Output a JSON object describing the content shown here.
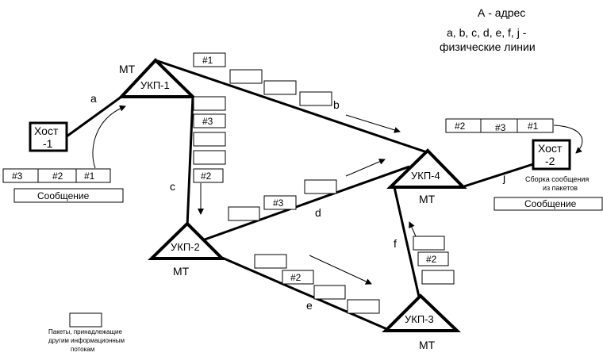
{
  "legend": {
    "address": "А - адрес",
    "lines_1": "a, b, c, d, e, f, j -",
    "lines_2": "физические линии",
    "other_1": "Пакеты, принадлежащие",
    "other_2": "другим информационным",
    "other_3": "потокам"
  },
  "nodes": {
    "ukp1": "УКП-1",
    "ukp2": "УКП-2",
    "ukp3": "УКП-3",
    "ukp4": "УКП-4",
    "mt": "МТ"
  },
  "hosts": {
    "host1_a": "Хост",
    "host1_b": "-1",
    "host2_a": "Хост",
    "host2_b": "-2"
  },
  "links": {
    "a": "a",
    "b": "b",
    "c": "c",
    "d": "d",
    "e": "e",
    "f": "f",
    "j": "j"
  },
  "packets": {
    "p1": "#1",
    "p2": "#2",
    "p3": "#3"
  },
  "messages": {
    "msg1": "Сообщение",
    "msg2": "Сообщение",
    "assembly_1": "Сборка сообщения",
    "assembly_2": "из пакетов"
  }
}
